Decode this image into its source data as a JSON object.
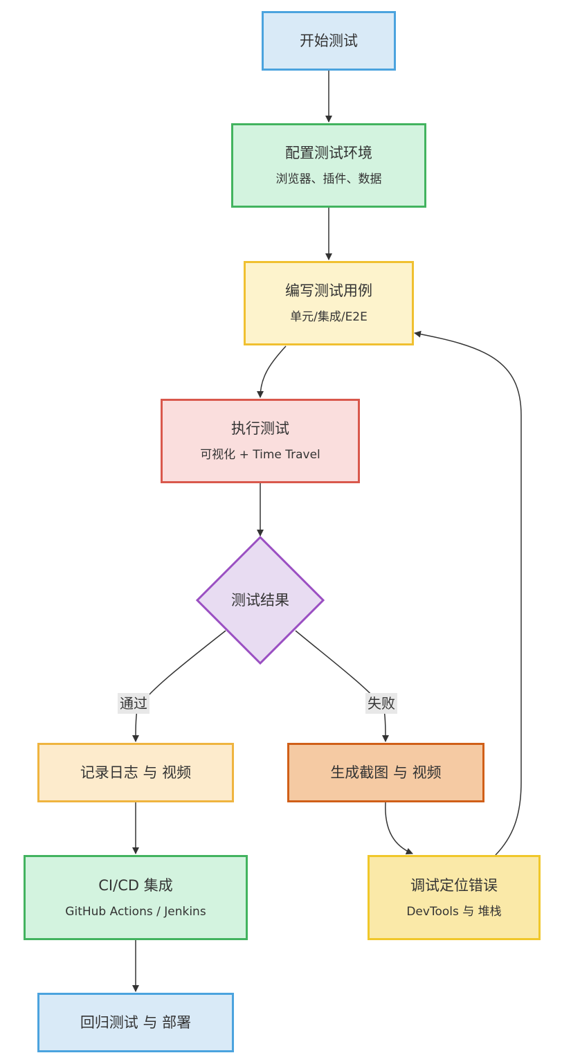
{
  "nodes": {
    "start": {
      "title": "开始测试"
    },
    "config": {
      "title": "配置测试环境",
      "sub": "浏览器、插件、数据"
    },
    "write": {
      "title": "编写测试用例",
      "sub": "单元/集成/E2E"
    },
    "exec": {
      "title": "执行测试",
      "sub": "可视化 + Time Travel"
    },
    "result": {
      "title": "测试结果"
    },
    "log": {
      "title": "记录日志 与 视频"
    },
    "shot": {
      "title": "生成截图 与 视频"
    },
    "cicd": {
      "title": "CI/CD 集成",
      "sub": "GitHub Actions / Jenkins"
    },
    "debug": {
      "title": "调试定位错误",
      "sub": "DevTools 与 堆栈"
    },
    "deploy": {
      "title": "回归测试 与 部署"
    }
  },
  "edges": {
    "pass_label": "通过",
    "fail_label": "失败"
  },
  "colors": {
    "line": "#333333",
    "decision_fill": "#e8dcf2",
    "decision_stroke": "#9a4fc2"
  }
}
